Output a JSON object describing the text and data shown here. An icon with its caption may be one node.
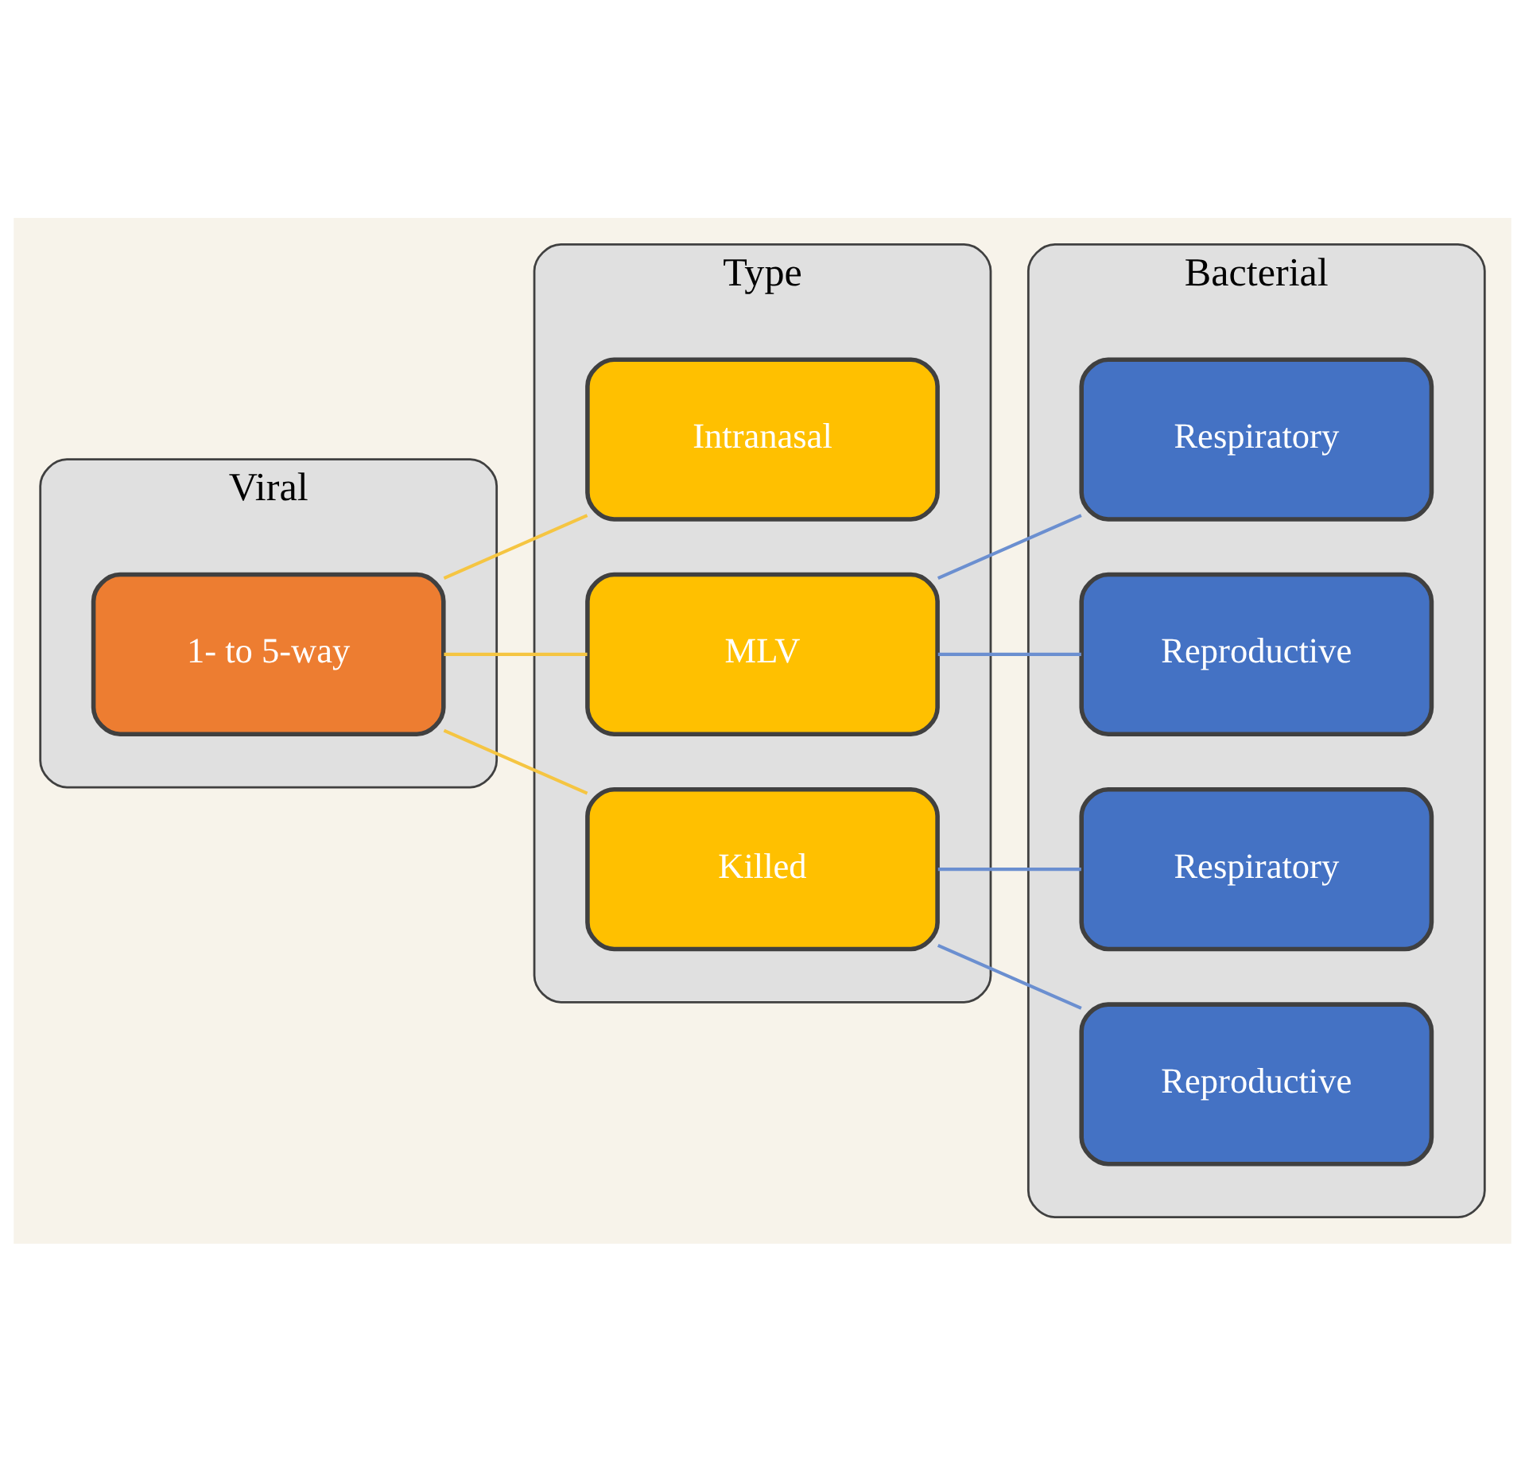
{
  "diagram": {
    "nodes": [
      {
        "text": [
          "Viral"
        ]
      },
      {
        "text": [
          "Type"
        ]
      },
      {
        "text": [
          "Bacterial"
        ]
      },
      {
        "text": [
          "1- to 5-way"
        ],
        "in": 0
      },
      {
        "text": [
          "Intranasal"
        ],
        "in": 1
      },
      {
        "text": [
          "MLV"
        ],
        "in": 1
      },
      {
        "text": [
          "Killed"
        ],
        "in": 1
      },
      {
        "text": [
          "Respiratory"
        ],
        "in": 2
      },
      {
        "text": [
          "Reproductive"
        ],
        "in": 2
      },
      {
        "text": [
          "Respiratory"
        ],
        "in": 2
      },
      {
        "text": [
          "Reproductive"
        ],
        "in": 2
      }
    ],
    "edges": [
      {
        "from": 3,
        "to": 4,
        "arrow": "none",
        "color": "#f5c542"
      },
      {
        "from": 3,
        "to": 5,
        "arrow": "none",
        "color": "#f5c542"
      },
      {
        "from": 3,
        "to": 6,
        "arrow": "none",
        "color": "#f5c542"
      },
      {
        "from": 5,
        "to": 7,
        "arrow": "none"
      },
      {
        "from": 5,
        "to": 8,
        "arrow": "none"
      },
      {
        "from": 6,
        "to": 9,
        "arrow": "none"
      },
      {
        "from": 6,
        "to": 10,
        "arrow": "none"
      }
    ]
  }
}
